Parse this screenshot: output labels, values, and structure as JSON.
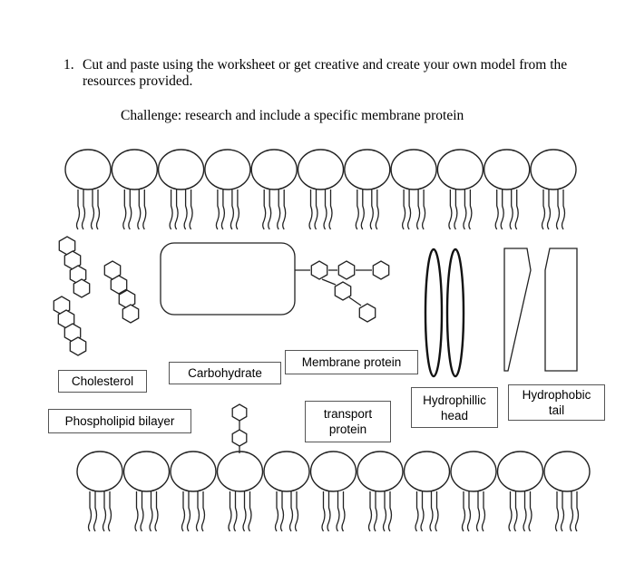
{
  "instructions": {
    "number": "1.",
    "line1": "Cut and paste using the worksheet or get creative and create your own model from the",
    "line2": "resources provided.",
    "challenge": "Challenge: research and include a specific membrane protein"
  },
  "labels": {
    "cholesterol": "Cholesterol",
    "carbohydrate": "Carbohydrate",
    "membrane_protein": "Membrane protein",
    "hydrophilic_head": "Hydrophillic head",
    "hydrophobic_tail": "Hydrophobic tail",
    "phospholipid_bilayer": "Phospholipid bilayer",
    "transport_protein": "transport protein"
  },
  "illustrations": {
    "top_row_phospholipids": 11,
    "bottom_row_phospholipids": 11
  }
}
